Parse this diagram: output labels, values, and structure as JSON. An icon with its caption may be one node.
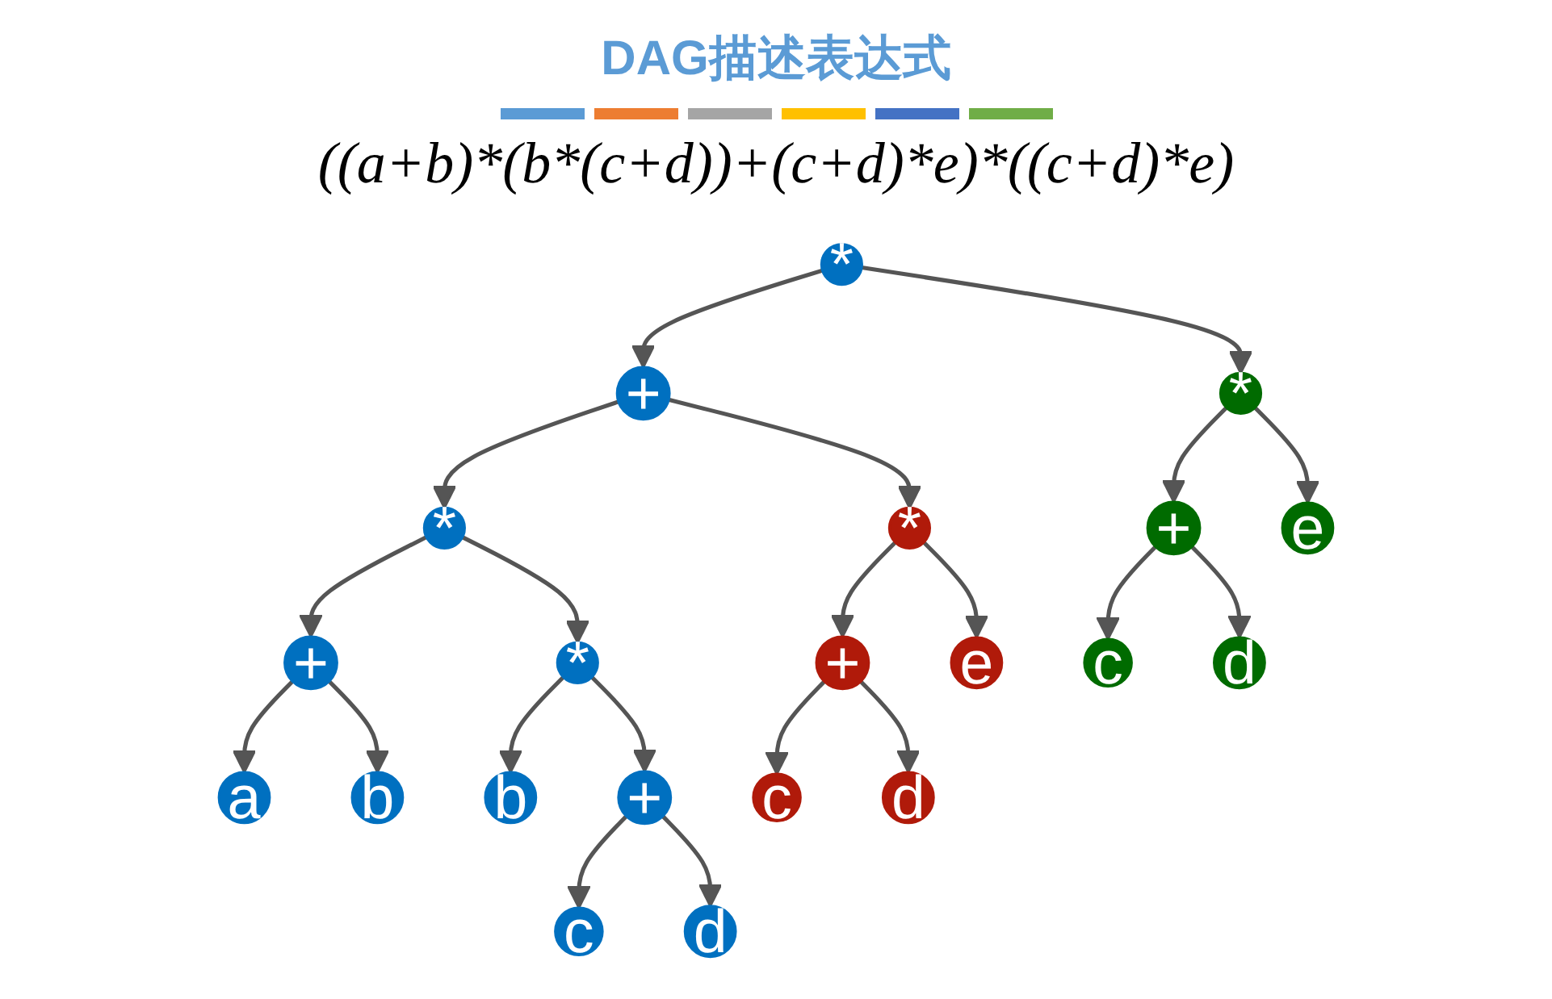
{
  "diagram": {
    "title": "DAG描述表达式",
    "nodes": [
      {
        "text": [
          "*"
        ]
      },
      {
        "text": [
          "+"
        ]
      },
      {
        "text": [
          "*"
        ]
      },
      {
        "text": [
          "*"
        ]
      },
      {
        "text": [
          "*"
        ]
      },
      {
        "text": [
          "+"
        ]
      },
      {
        "text": [
          "e"
        ]
      },
      {
        "text": [
          "+"
        ]
      },
      {
        "text": [
          "*"
        ]
      },
      {
        "text": [
          "+"
        ]
      },
      {
        "text": [
          "e"
        ]
      },
      {
        "text": [
          "c"
        ]
      },
      {
        "text": [
          "d"
        ]
      },
      {
        "text": [
          "a"
        ]
      },
      {
        "text": [
          "b"
        ]
      },
      {
        "text": [
          "b"
        ]
      },
      {
        "text": [
          "+"
        ]
      },
      {
        "text": [
          "c"
        ]
      },
      {
        "text": [
          "d"
        ]
      },
      {
        "text": [
          "c"
        ]
      },
      {
        "text": [
          "d"
        ]
      }
    ],
    "edges": [
      {
        "from": 0,
        "to": 1,
        "arrow": "to"
      },
      {
        "from": 0,
        "to": 2,
        "arrow": "to"
      },
      {
        "from": 1,
        "to": 3,
        "arrow": "to"
      },
      {
        "from": 1,
        "to": 4,
        "arrow": "to"
      },
      {
        "from": 2,
        "to": 5,
        "arrow": "to"
      },
      {
        "from": 2,
        "to": 6,
        "arrow": "to"
      },
      {
        "from": 3,
        "to": 7,
        "arrow": "to"
      },
      {
        "from": 3,
        "to": 8,
        "arrow": "to"
      },
      {
        "from": 4,
        "to": 9,
        "arrow": "to"
      },
      {
        "from": 4,
        "to": 10,
        "arrow": "to"
      },
      {
        "from": 5,
        "to": 11,
        "arrow": "to"
      },
      {
        "from": 5,
        "to": 12,
        "arrow": "to"
      },
      {
        "from": 7,
        "to": 13,
        "arrow": "to"
      },
      {
        "from": 7,
        "to": 14,
        "arrow": "to"
      },
      {
        "from": 8,
        "to": 15,
        "arrow": "to"
      },
      {
        "from": 8,
        "to": 16,
        "arrow": "to"
      },
      {
        "from": 9,
        "to": 17,
        "arrow": "to"
      },
      {
        "from": 9,
        "to": 18,
        "arrow": "to"
      },
      {
        "from": 16,
        "to": 19,
        "arrow": "to"
      },
      {
        "from": 16,
        "to": 20,
        "arrow": "to"
      }
    ],
    "labels": [
      "((a+b)*(b*(c+d))+(c+d)*e)*((c+d)*e)"
    ]
  }
}
